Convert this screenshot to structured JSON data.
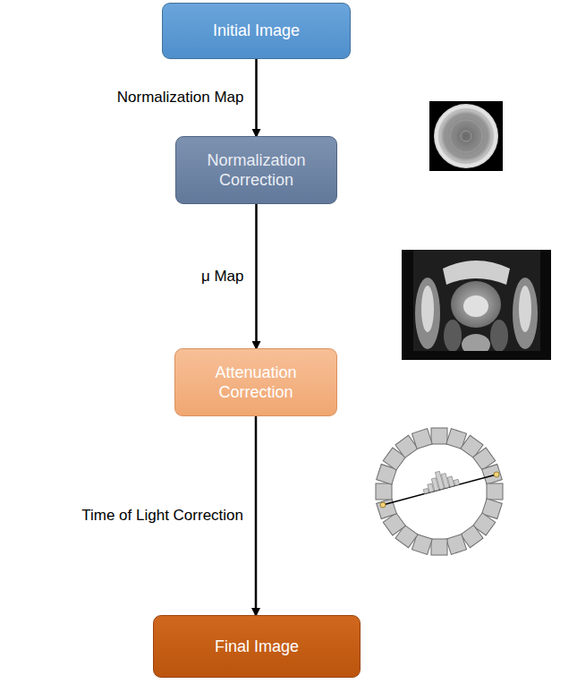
{
  "diagram": {
    "nodes": [
      {
        "text": [
          "Initial Image"
        ]
      },
      {
        "text": [
          "Normalization Correction"
        ]
      },
      {
        "text": [
          "Attenuation Correction"
        ]
      },
      {
        "text": [
          "Final Image"
        ]
      }
    ],
    "edges": [
      {
        "from": 0,
        "to": 1,
        "arrow": "to",
        "label": "Normalization Map"
      },
      {
        "from": 1,
        "to": 2,
        "arrow": "to",
        "label": "μ Map"
      },
      {
        "from": 2,
        "to": 3,
        "arrow": "to",
        "label": "Time of Light Correction"
      }
    ]
  }
}
